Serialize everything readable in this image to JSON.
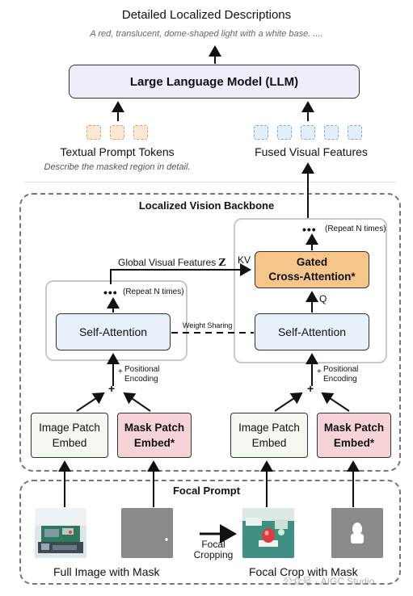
{
  "output": {
    "title": "Detailed Localized Descriptions",
    "example": "A red, translucent, dome-shaped light with a white base. ...."
  },
  "llm_label": "Large Language Model (LLM)",
  "textual_tokens": {
    "label": "Textual Prompt Tokens",
    "instruction": "Describe the masked region in detail."
  },
  "visual_tokens": {
    "label": "Fused Visual Features"
  },
  "backbone": {
    "title": "Localized Vision Backbone",
    "left_self_attention": "Self-Attention",
    "right_self_attention": "Self-Attention",
    "repeat_left": "(Repeat N times)",
    "repeat_right": "(Repeat N times)",
    "global_features_prefix": "Global Visual Features",
    "global_features_symbol": "Z",
    "kv": "KV",
    "q": "Q",
    "weight_sharing": "Weight Sharing",
    "gca_line1": "Gated",
    "gca_line2": "Cross-Attention*",
    "pos_enc_line1": "Positional",
    "pos_enc_line2": "Encoding",
    "plus": "+",
    "image_patch_l1": "Image Patch",
    "image_patch_l2": "Embed",
    "mask_patch_l1": "Mask Patch",
    "mask_patch_l2": "Embed*"
  },
  "focal_prompt": {
    "title": "Focal Prompt",
    "cropping_l1": "Focal",
    "cropping_l2": "Cropping",
    "left_caption": "Full Image with Mask",
    "right_caption": "Focal Crop with Mask",
    "watermark": "公众号 · AIGC Studio"
  },
  "colors": {
    "llm_fill": "#efedfa",
    "gca_fill": "#f6c58a",
    "self_attention_fill": "#e8f1fa",
    "mask_embed_fill": "#f6d3d6",
    "image_embed_fill": "#f3f9f1",
    "text_token_fill": "#fbe8d4",
    "visual_token_fill": "#e3eef8"
  }
}
